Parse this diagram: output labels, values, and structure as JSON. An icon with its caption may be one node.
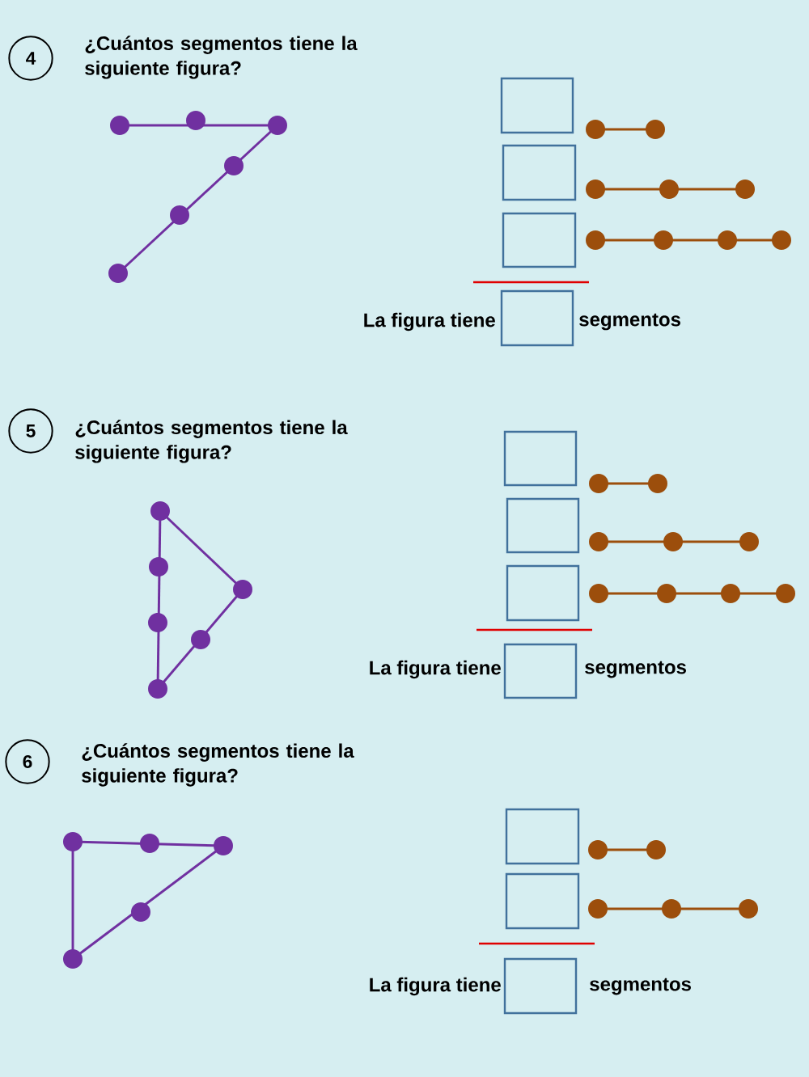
{
  "diagram": {
    "nodes": [
      {
        "text": [
          "4"
        ]
      },
      {
        "text": [
          "5"
        ]
      },
      {
        "text": [
          "6"
        ]
      }
    ],
    "labels": [
      "¿Cuántos segmentos tiene la siguiente figura?",
      "La figura tiene",
      "segmentos",
      "¿Cuántos segmentos tiene la siguiente figura?",
      "La figura tiene",
      "segmentos",
      "¿Cuántos segmentos tiene la siguiente figura?",
      "La figura tiene",
      "segmentos"
    ]
  }
}
